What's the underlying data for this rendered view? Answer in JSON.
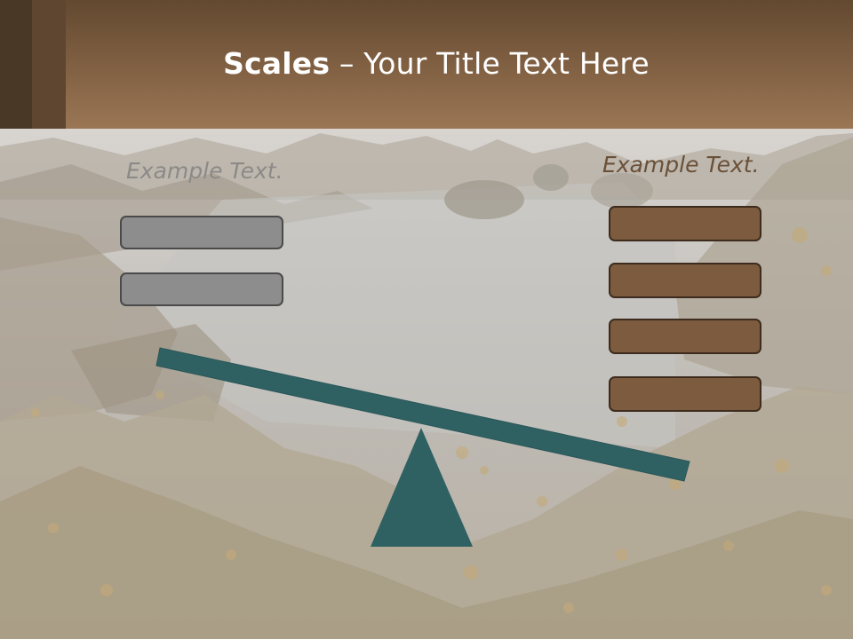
{
  "slide": {
    "title_bold": "Scales",
    "title_rest": " – Your Title Text Here",
    "left_heading": "Example Text.",
    "right_heading": "Example Text."
  },
  "left_boxes": [
    "",
    ""
  ],
  "right_boxes": [
    "",
    "",
    "",
    ""
  ],
  "colors": {
    "header": "#7d5d40",
    "beam": "#2f6163",
    "fulcrum": "#2f6163",
    "gray_box": "#8d8d8d",
    "brown_box": "#7c5b3e"
  }
}
